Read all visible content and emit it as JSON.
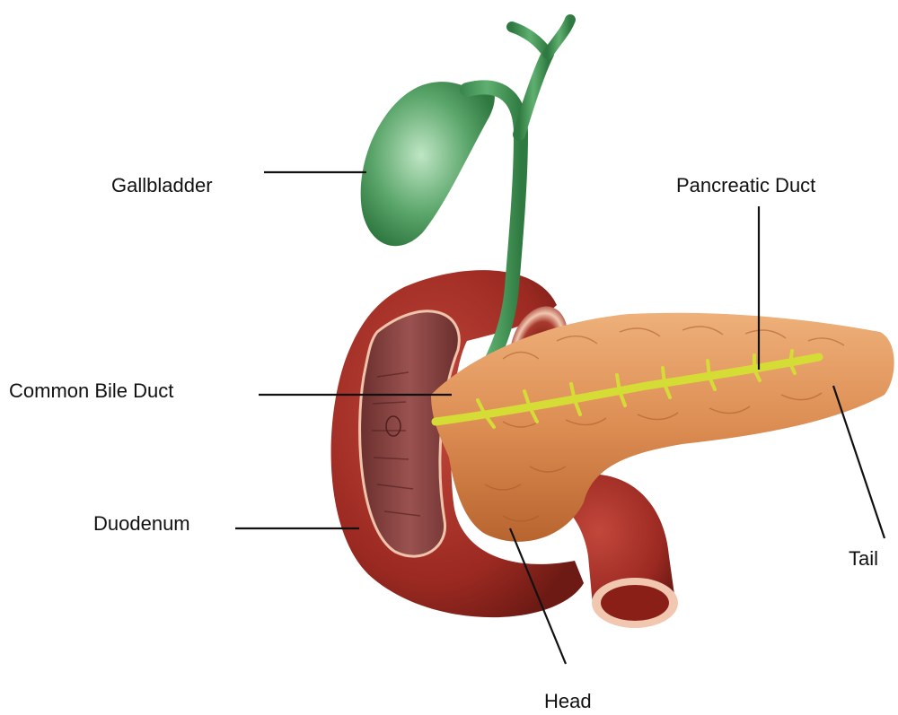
{
  "labels": {
    "gallbladder": "Gallbladder",
    "pancreatic_duct": "Pancreatic Duct",
    "common_bile_duct": "Common Bile Duct",
    "duodenum": "Duodenum",
    "tail": "Tail",
    "head": "Head"
  },
  "colors": {
    "gallbladder": "#3f8f52",
    "bile_duct": "#3b8a4c",
    "duodenum": "#9c2a22",
    "duodenum_inner": "#7a3a38",
    "pancreas": "#d98a4f",
    "pancreatic_duct": "#d8dc3a",
    "leader_line": "#111111"
  }
}
